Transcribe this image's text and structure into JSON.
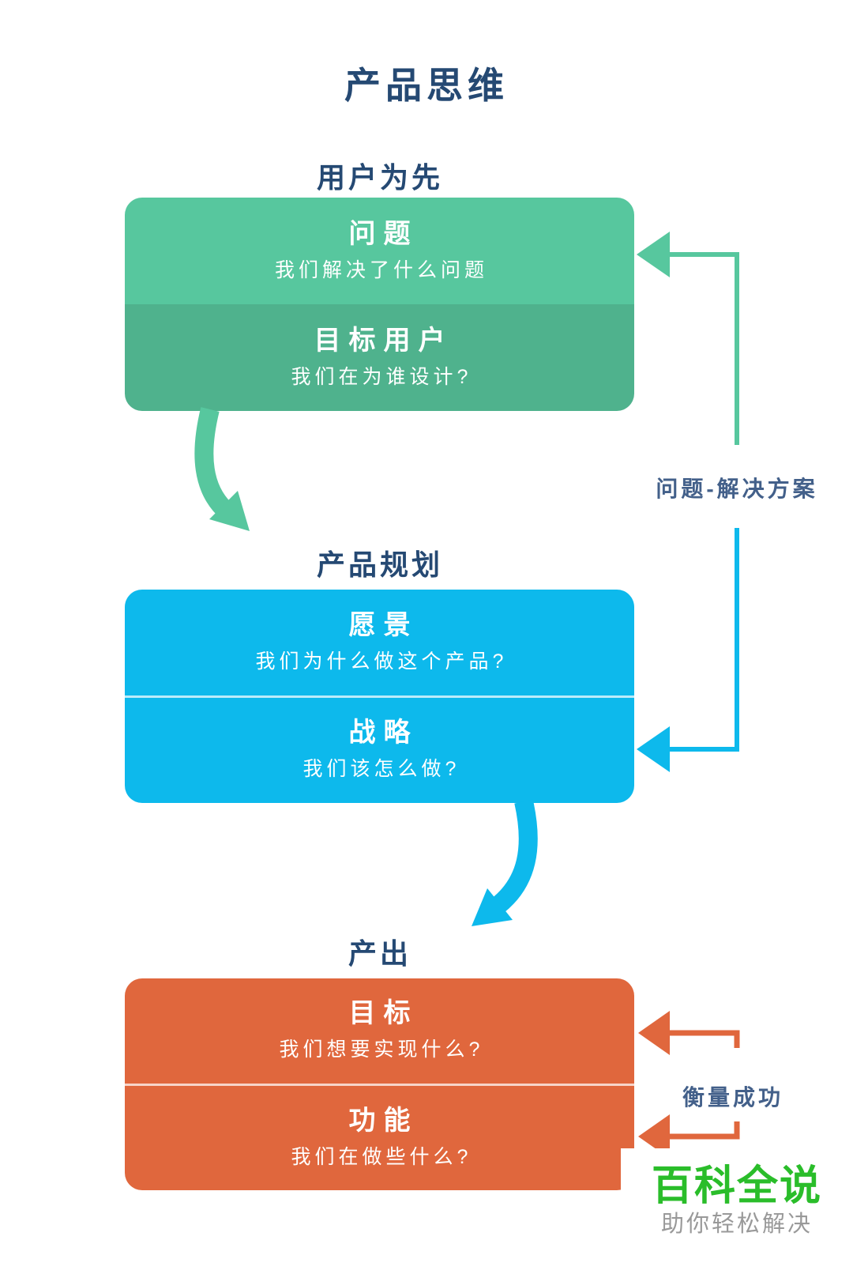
{
  "title": "产品思维",
  "sections": [
    {
      "heading": "用户为先",
      "rows": [
        {
          "title": "问题",
          "subtitle": "我们解决了什么问题"
        },
        {
          "title": "目标用户",
          "subtitle": "我们在为谁设计?"
        }
      ]
    },
    {
      "heading": "产品规划",
      "rows": [
        {
          "title": "愿景",
          "subtitle": "我们为什么做这个产品?"
        },
        {
          "title": "战略",
          "subtitle": "我们该怎么做?"
        }
      ]
    },
    {
      "heading": "产出",
      "rows": [
        {
          "title": "目标",
          "subtitle": "我们想要实现什么?"
        },
        {
          "title": "功能",
          "subtitle": "我们在做些什么?"
        }
      ]
    }
  ],
  "annotations": {
    "problem_solution": "问题-解决方案",
    "measure_success": "衡量成功"
  },
  "logo": {
    "name": "百科全说",
    "tagline": "助你轻松解决"
  },
  "colors": {
    "heading_text": "#254973",
    "annotation_text": "#43608a",
    "green_top": "#57c79e",
    "green_bottom": "#4fb28d",
    "blue": "#0db9ec",
    "orange": "#e0673d",
    "logo_green": "#2abd2a",
    "tagline_gray": "#999999"
  }
}
